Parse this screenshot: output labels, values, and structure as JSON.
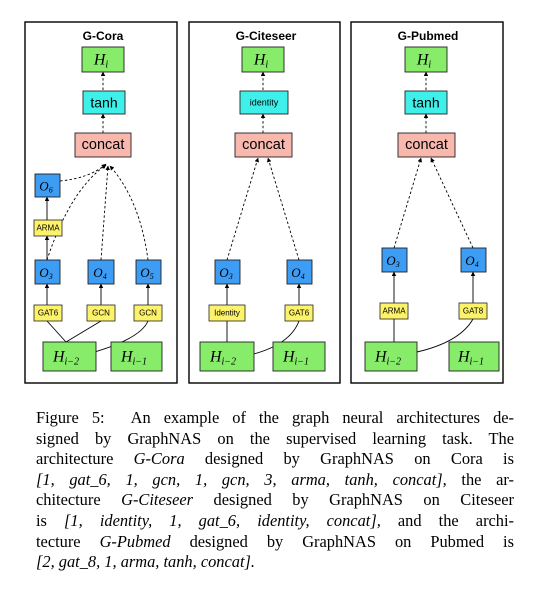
{
  "panels": [
    {
      "title": "G-Cora",
      "output": {
        "base": "H",
        "sub": "i"
      },
      "activation": "tanh",
      "concat": "concat",
      "inputs": [
        {
          "base": "H",
          "sub": "i−2"
        },
        {
          "base": "H",
          "sub": "i−1"
        }
      ],
      "ops": [
        {
          "base": "O",
          "sub": "3"
        },
        {
          "base": "O",
          "sub": "4"
        },
        {
          "base": "O",
          "sub": "5"
        },
        {
          "base": "O",
          "sub": "6"
        }
      ],
      "layers": [
        "GAT6",
        "GCN",
        "GCN",
        "ARMA"
      ]
    },
    {
      "title": "G-Citeseer",
      "output": {
        "base": "H",
        "sub": "i"
      },
      "activation": "identity",
      "concat": "concat",
      "inputs": [
        {
          "base": "H",
          "sub": "i−2"
        },
        {
          "base": "H",
          "sub": "i−1"
        }
      ],
      "ops": [
        {
          "base": "O",
          "sub": "3"
        },
        {
          "base": "O",
          "sub": "4"
        }
      ],
      "layers": [
        "Identity",
        "GAT6"
      ]
    },
    {
      "title": "G-Pubmed",
      "output": {
        "base": "H",
        "sub": "i"
      },
      "activation": "tanh",
      "concat": "concat",
      "inputs": [
        {
          "base": "H",
          "sub": "i−2"
        },
        {
          "base": "H",
          "sub": "i−1"
        }
      ],
      "ops": [
        {
          "base": "O",
          "sub": "3"
        },
        {
          "base": "O",
          "sub": "4"
        }
      ],
      "layers": [
        "ARMA",
        "GAT8"
      ]
    }
  ],
  "caption": {
    "label": "Figure 5:",
    "lines": [
      "An example of the graph neural architectures de-",
      "signed by GraphNAS on the supervised learning task.   The",
      "architecture {{G-Cora}} designed by GraphNAS on Cora is",
      "[[[1, gat_6, 1, gcn, 1, gcn, 3, arma, tanh, concat],]] the ar-",
      "chitecture {{G-Citeseer}} designed by GraphNAS on Citeseer",
      "is [[[1, identity, 1, gat_6, identity, concat],]] and the archi-",
      "tecture {{G-Pubmed}} designed by GraphNAS on Pubmed is",
      "[[[2, gat_8, 1, arma, tanh, concat].]]"
    ]
  }
}
